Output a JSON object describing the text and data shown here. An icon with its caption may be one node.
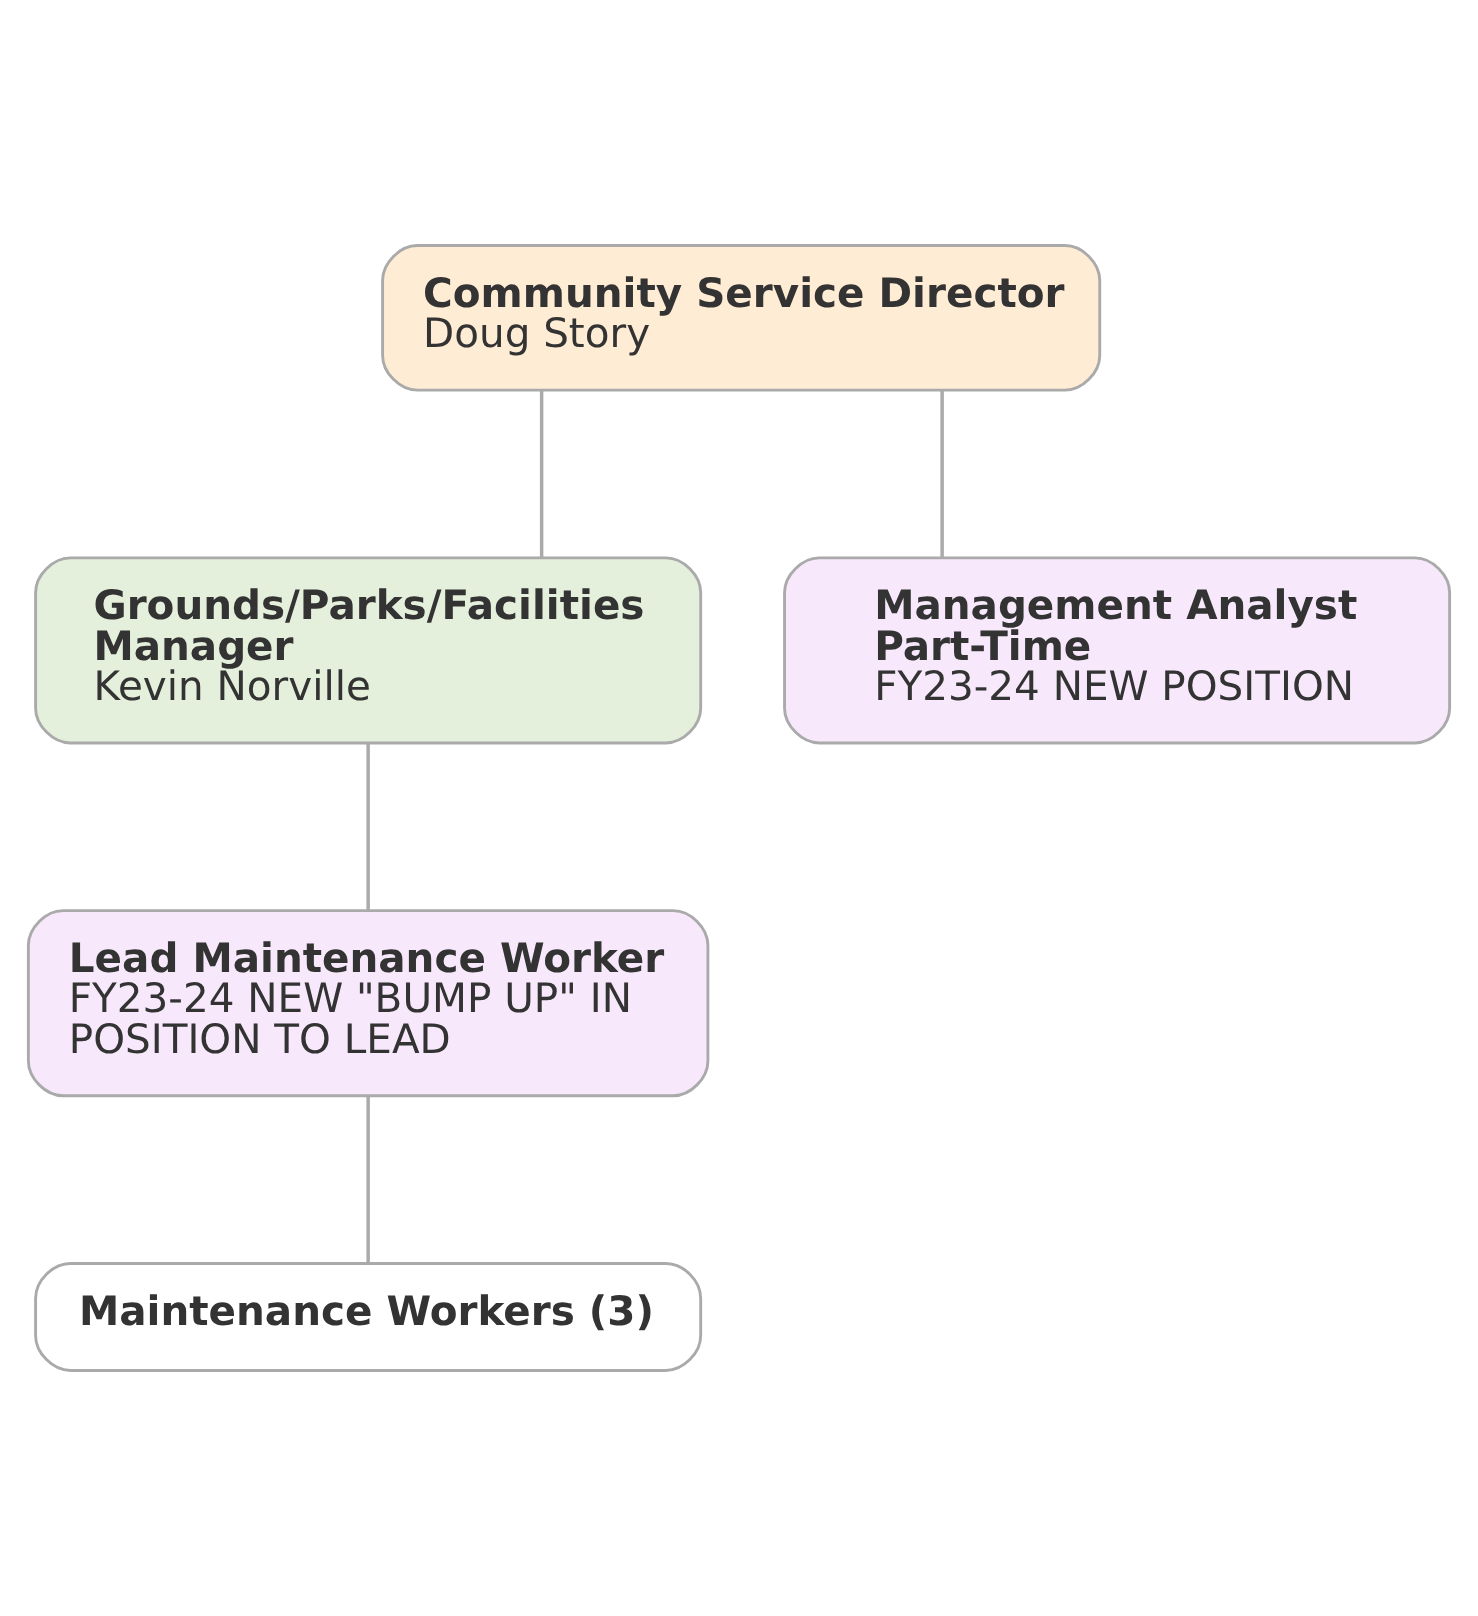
{
  "diagram": {
    "nodes": [
      {
        "text": [
          "Community Service Director",
          "Doug Story"
        ]
      },
      {
        "text": [
          "Grounds/Parks/Facilities Manager",
          "Kevin Norville"
        ]
      },
      {
        "text": [
          "Management Analyst Part-Time",
          "FY23-24 NEW POSITION"
        ]
      },
      {
        "text": [
          "Lead Maintenance Worker",
          "FY23-24 NEW \"BUMP UP\" IN POSITION TO LEAD"
        ]
      },
      {
        "text": [
          "Maintenance Workers (3)"
        ]
      }
    ],
    "edges": [
      {
        "from": 0,
        "to": 1,
        "arrow": "none"
      },
      {
        "from": 0,
        "to": 2,
        "arrow": "none"
      },
      {
        "from": 1,
        "to": 3,
        "arrow": "none"
      },
      {
        "from": 3,
        "to": 4,
        "arrow": "none"
      }
    ]
  }
}
